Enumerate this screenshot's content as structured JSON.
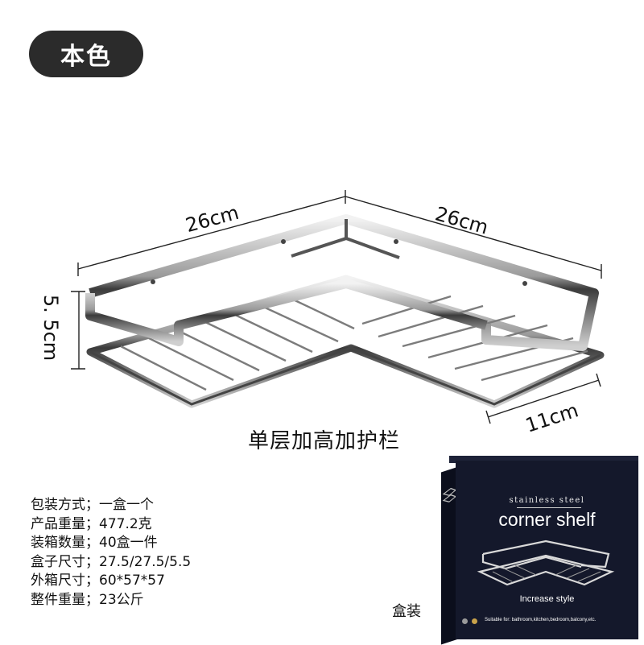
{
  "badge": {
    "label": "本色"
  },
  "dimensions": {
    "width_left": "26cm",
    "width_right": "26cm",
    "height": "5. 5cm",
    "depth": "11cm"
  },
  "caption": "单层加高加护栏",
  "specs": [
    {
      "label": "包装方式；",
      "value": "一盒一个"
    },
    {
      "label": "产品重量；",
      "value": "477.2克"
    },
    {
      "label": "装箱数量；",
      "value": "40盒一件"
    },
    {
      "label": "盒子尺寸；",
      "value": "27.5/27.5/5.5"
    },
    {
      "label": "外箱尺寸；",
      "value": "60*57*57"
    },
    {
      "label": "整件重量；",
      "value": "23公斤"
    }
  ],
  "box": {
    "label": "盒装",
    "brand_small": "stainless steel",
    "title": "corner shelf",
    "subtitle": "Increase style",
    "suitable": "Suitable for: bathroom,kitchen,bedroom,balcony,etc.",
    "colors": {
      "background": "#14182b",
      "dot_gray": "#9a9a9a",
      "dot_gold": "#c9a24a"
    }
  },
  "colors": {
    "badge": "#2b2b2b",
    "steel_dark": "#3a3a3a",
    "steel_light": "#e6e6e6"
  }
}
